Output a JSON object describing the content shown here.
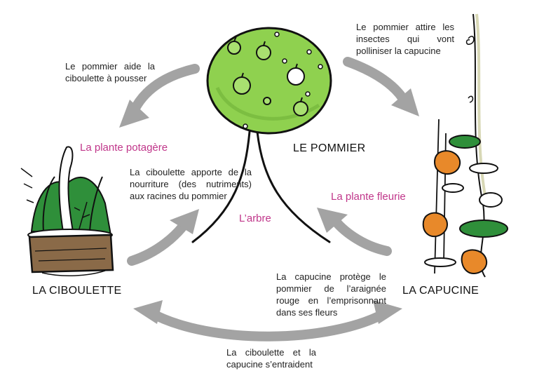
{
  "nodes": {
    "pommier": {
      "name": "LE POMMIER",
      "role": "L’arbre"
    },
    "ciboulette": {
      "name": "LA CIBOULETTE",
      "role": "La plante potagère"
    },
    "capucine": {
      "name": "LA CAPUCINE",
      "role": "La plante fleurie"
    }
  },
  "relations": {
    "pommier_to_ciboulette": "Le pommier aide la ciboulette à pousser",
    "pommier_to_capucine": "Le pommier attire les insectes qui vont polliniser la capucine",
    "ciboulette_to_pommier": "La ciboulette apporte de la nourriture (des nutriments) aux racines du pommier",
    "capucine_to_pommier": "La capucine protège le pommier de l’araignée rouge en l’emprisonnant dans ses fleurs",
    "ciboulette_capucine": "La ciboulette et la capucine s’entraident"
  },
  "colors": {
    "arrow": "#a3a3a3",
    "accent": "#c0368a",
    "foliage": "#8fd14f",
    "flower": "#e8892a",
    "leaf": "#2f8f3a",
    "wood": "#8a6a48"
  }
}
